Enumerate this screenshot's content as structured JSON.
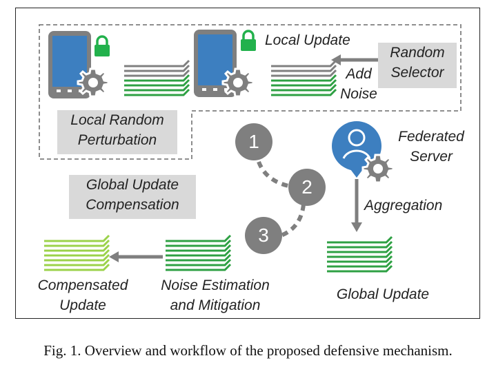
{
  "labels": {
    "local_update": "Local Update",
    "random_selector": [
      "Random",
      "Selector"
    ],
    "add_noise": [
      "Add",
      "Noise"
    ],
    "local_random_perturbation": [
      "Local Random",
      "Perturbation"
    ],
    "federated_server": [
      "Federated",
      "Server"
    ],
    "global_update_compensation": [
      "Global Update",
      "Compensation"
    ],
    "aggregation": "Aggregation",
    "compensated_update": [
      "Compensated",
      "Update"
    ],
    "noise_estimation": [
      "Noise Estimation",
      "and Mitigation"
    ],
    "global_update": "Global Update"
  },
  "steps": [
    "1",
    "2",
    "3"
  ],
  "caption": "Fig. 1.  Overview and workflow of the proposed defensive mechanism.",
  "colors": {
    "green_dark": "#2ea043",
    "green_light": "#9bd24a",
    "gray_box": "#d9d9d9",
    "gray_icon": "#7f7f7f",
    "phone_screen": "#3d7fc0",
    "lock": "#22b14c",
    "server": "#3d7fc0"
  }
}
